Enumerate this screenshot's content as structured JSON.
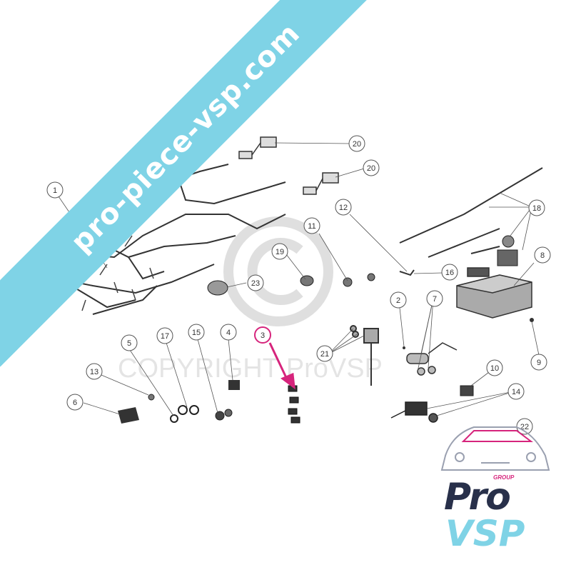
{
  "watermark": {
    "site": "pro-piece-vsp.com",
    "copyright": "COPYRIGHT ProVSP"
  },
  "brand": {
    "group": "GROUP",
    "pro": "Pro",
    "vsp": "VSP"
  },
  "callouts": [
    "1",
    "2",
    "3",
    "4",
    "5",
    "6",
    "7",
    "8",
    "9",
    "10",
    "11",
    "12",
    "13",
    "14",
    "15",
    "16",
    "17",
    "18",
    "19",
    "20",
    "21",
    "22",
    "23"
  ],
  "callout_20b": "20",
  "colors": {
    "banner": "#7fd3e6",
    "highlight": "#d6247c",
    "line": "#555555",
    "brand_dark": "#28304a"
  }
}
